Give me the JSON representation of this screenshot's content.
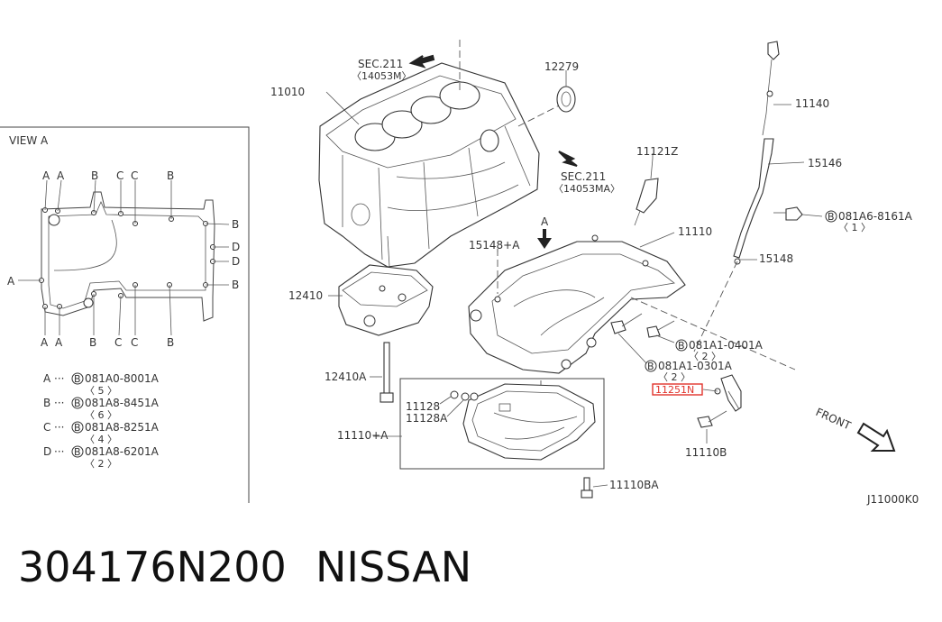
{
  "view_panel": {
    "title": "VIEW A",
    "outline_labels": {
      "top": [
        "A",
        "A",
        "B",
        "C",
        "C",
        "B"
      ],
      "bottom": [
        "A",
        "A",
        "B",
        "C",
        "C",
        "B"
      ],
      "left": "A",
      "right": [
        "B",
        "D",
        "D",
        "B"
      ]
    },
    "legend": [
      {
        "letter": "A",
        "dots": "···",
        "marker": "B",
        "code": "081A0-8001A",
        "qty": "〈 5 〉"
      },
      {
        "letter": "B",
        "dots": "···",
        "marker": "B",
        "code": "081A8-8451A",
        "qty": "〈 6 〉"
      },
      {
        "letter": "C",
        "dots": "···",
        "marker": "B",
        "code": "081A8-8251A",
        "qty": "〈 4 〉"
      },
      {
        "letter": "D",
        "dots": "···",
        "marker": "B",
        "code": "081A8-6201A",
        "qty": "〈 2 〉"
      }
    ]
  },
  "sections": [
    {
      "label": "SEC.211",
      "sub": "〈14053M〉"
    },
    {
      "label": "SEC.211",
      "sub": "〈14053MA〉"
    }
  ],
  "part_labels": {
    "p11010": "11010",
    "p12279": "12279",
    "p11121z": "11121Z",
    "p11140": "11140",
    "p15146": "15146",
    "p15148a": "15148+A",
    "p11110": "11110",
    "p15148": "15148",
    "p12410": "12410",
    "p12410a": "12410A",
    "p11128": "11128",
    "p11128a": "11128A",
    "p11110a": "11110+A",
    "p11110ba": "11110BA",
    "p11110b": "11110B",
    "p11251n": "11251N",
    "view_arrow": "A"
  },
  "bolt_callouts": [
    {
      "marker": "B",
      "code": "081A6-8161A",
      "qty": "〈 1 〉"
    },
    {
      "marker": "B",
      "code": "081A1-0401A",
      "qty": "〈 2 〉"
    },
    {
      "marker": "B",
      "code": "081A1-0301A",
      "qty": "〈 2 〉"
    }
  ],
  "front_label": "FRONT",
  "diagram_code": "J11000K0",
  "footer": {
    "part_number": "304176N200",
    "brand": "NISSAN"
  },
  "colors": {
    "highlight": "#e0342c",
    "line": "#444444",
    "text": "#333333"
  }
}
